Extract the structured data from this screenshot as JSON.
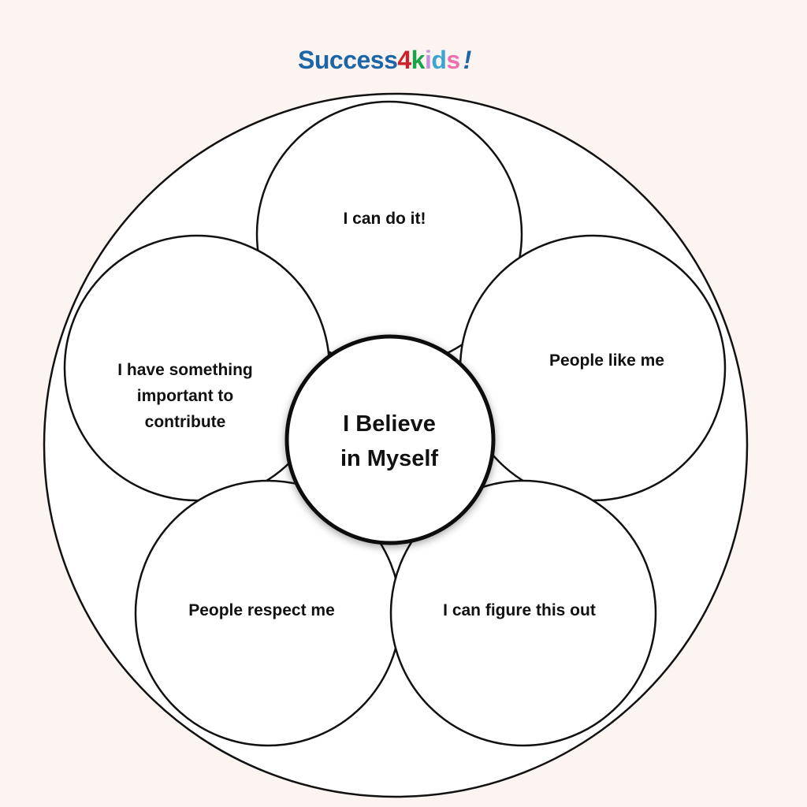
{
  "logo": {
    "success": "Success",
    "four": "4",
    "k": "k",
    "i": "i",
    "d": "d",
    "s": "s",
    "bang": "!"
  },
  "colors": {
    "blue": "#1c65a6",
    "red": "#d0202a",
    "green": "#1aa34a",
    "purple": "#c98be0",
    "teal": "#3da5d0",
    "pink": "#ee6fb0"
  },
  "center": {
    "line1": "I Believe",
    "line2": "in Myself"
  },
  "petals": {
    "top": "I can do it!",
    "right": "People like me",
    "left": {
      "line1": "I have something",
      "line2": "important to",
      "line3": "contribute"
    },
    "bottom_left": "People respect me",
    "bottom_right": "I can figure this out"
  }
}
